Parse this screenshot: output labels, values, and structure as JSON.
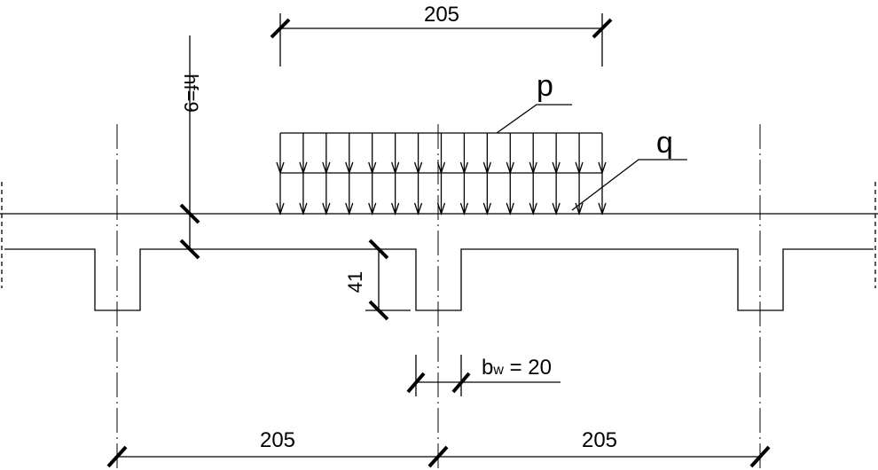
{
  "dimensions": {
    "top_span": "205",
    "flange_thickness": "hf=9",
    "rib_depth": "41",
    "web_width_base": "b",
    "web_width_sub": "w",
    "web_width_value": " = 20",
    "bottom_span_left": "205",
    "bottom_span_right": "205"
  },
  "loads": {
    "live": "p",
    "dead": "q"
  }
}
